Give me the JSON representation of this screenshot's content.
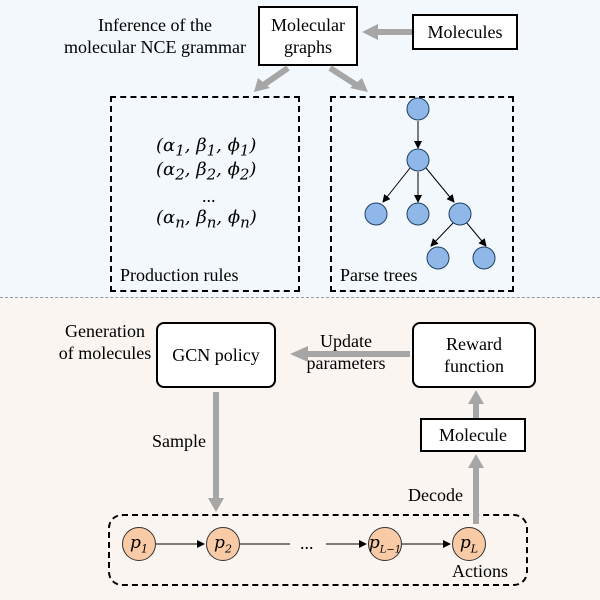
{
  "top": {
    "caption_line1": "Inference of the",
    "caption_line2": "molecular NCE grammar",
    "molecular_graphs_line1": "Molecular",
    "molecular_graphs_line2": "graphs",
    "molecules": "Molecules",
    "production_rules_label": "Production rules",
    "rules": [
      {
        "a": "α",
        "b": "β",
        "p": "ϕ",
        "sub": "1"
      },
      {
        "a": "α",
        "b": "β",
        "p": "ϕ",
        "sub": "2"
      },
      {
        "a": "α",
        "b": "β",
        "p": "ϕ",
        "sub": "n"
      }
    ],
    "rules_ellipsis": "...",
    "parse_trees_label": "Parse trees"
  },
  "bottom": {
    "caption_line1": "Generation",
    "caption_line2": "of molecules",
    "gcn_policy": "GCN policy",
    "update_line1": "Update",
    "update_line2": "parameters",
    "reward_line1": "Reward",
    "reward_line2": "function",
    "molecule": "Molecule",
    "sample": "Sample",
    "decode": "Decode",
    "actions": "Actions",
    "action_nodes": [
      {
        "base": "p",
        "sub": "1"
      },
      {
        "base": "p",
        "sub": "2"
      },
      {
        "base": "p",
        "sub": "L−1"
      },
      {
        "base": "p",
        "sub": "L"
      }
    ],
    "ellipsis": "..."
  },
  "colors": {
    "top_bg": "#f3f8fc",
    "bottom_bg": "#fbf5f1",
    "tree_node": "#8fb8e8",
    "action_node": "#f8caa6",
    "arrow_gray": "#a6a6a6"
  }
}
